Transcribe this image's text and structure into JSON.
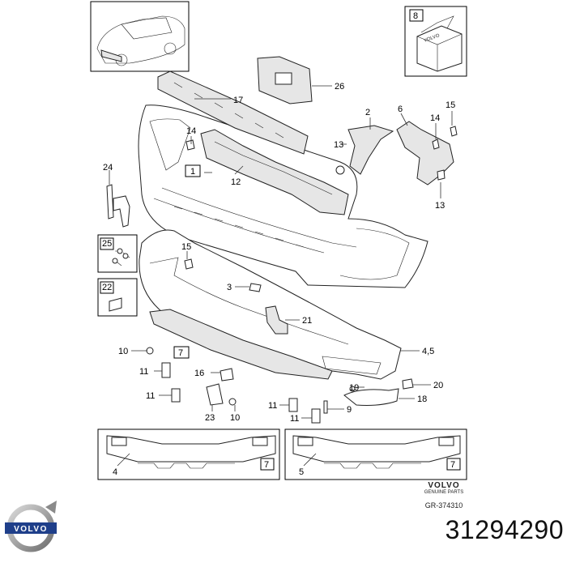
{
  "diagram": {
    "callouts": {
      "c1": "1",
      "c2": "2",
      "c3": "3",
      "c4": "4",
      "c5": "5",
      "c45": "4,5",
      "c6": "6",
      "c7a": "7",
      "c7b": "7",
      "c7c": "7",
      "c8": "8",
      "c9": "9",
      "c10a": "10",
      "c10b": "10",
      "c11a": "11",
      "c11b": "11",
      "c11c": "11",
      "c11d": "11",
      "c12": "12",
      "c13a": "13",
      "c13b": "13",
      "c14a": "14",
      "c14b": "14",
      "c15a": "15",
      "c15b": "15",
      "c16": "16",
      "c17": "17",
      "c18": "18",
      "c19": "19",
      "c20": "20",
      "c21": "21",
      "c22": "22",
      "c23": "23",
      "c24": "24",
      "c25": "25",
      "c26": "26"
    },
    "brand_block": {
      "brand": "VOLVO",
      "sub": "GENUINE PARTS",
      "ref": "GR-374310"
    },
    "logo_text": "VOLVO",
    "box_label": "VOLVO"
  },
  "part_number": "31294290"
}
